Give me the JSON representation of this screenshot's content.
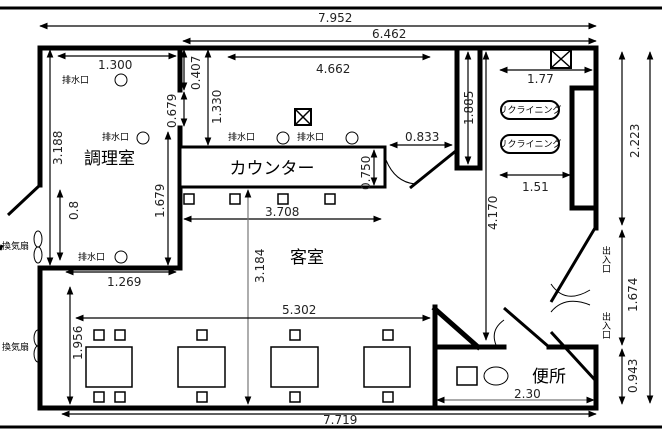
{
  "rooms": {
    "kitchen": "調理室",
    "counter": "カウンター",
    "guest": "客室",
    "toilet": "便所"
  },
  "labels": {
    "drain": "排水口",
    "fan": "換気扇",
    "recliner": "リクライニング",
    "entrance": "出入口"
  },
  "dimensions": {
    "total_width": "7.952",
    "inner_width": "6.462",
    "kitchen_width": "1.300",
    "d0407": "0.407",
    "d0679": "0.679",
    "d1330": "1.330",
    "d4662": "4.662",
    "d3188": "3.188",
    "d0833": "0.833",
    "d0750": "0.750",
    "d1885": "1.885",
    "d177": "1.77",
    "d151": "1.51",
    "d2223": "2.223",
    "d1679": "1.679",
    "d08": "0.8",
    "d3708": "3.708",
    "d4170": "4.170",
    "d1269": "1.269",
    "d3184": "3.184",
    "d5302": "5.302",
    "d1674": "1.674",
    "d1956": "1.956",
    "d0943": "0.943",
    "d230": "2.30",
    "d7719": "7.719"
  }
}
